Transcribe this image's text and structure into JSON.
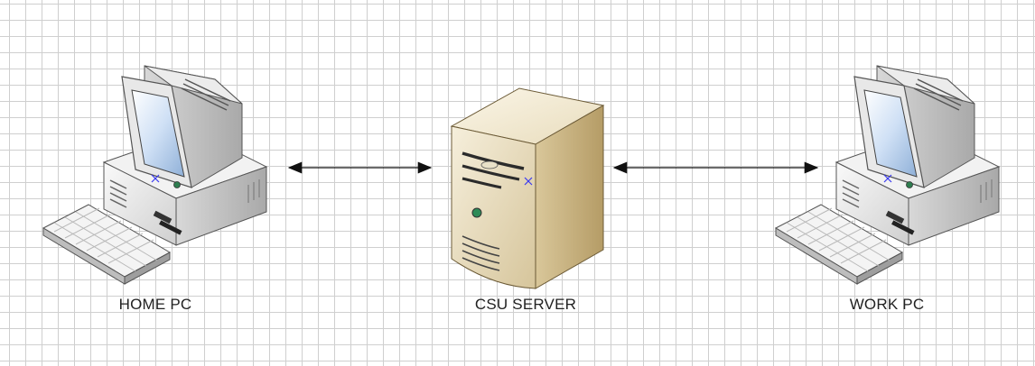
{
  "nodes": {
    "home_pc": {
      "label": "HOME PC"
    },
    "csu_server": {
      "label": "CSU SERVER"
    },
    "work_pc": {
      "label": "WORK PC"
    }
  },
  "connections": [
    {
      "from": "home_pc",
      "to": "csu_server",
      "direction": "both"
    },
    {
      "from": "csu_server",
      "to": "work_pc",
      "direction": "both"
    }
  ]
}
